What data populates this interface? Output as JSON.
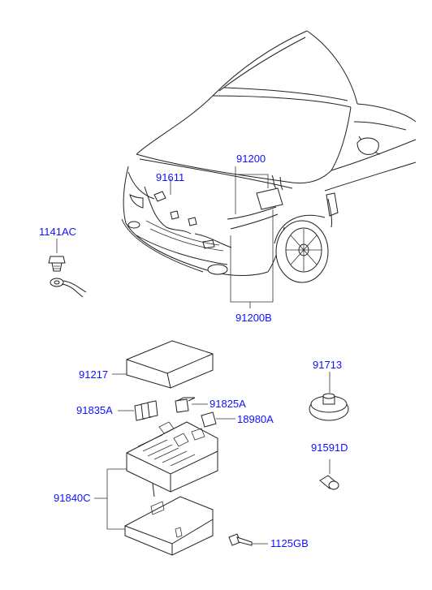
{
  "colors": {
    "label": "#1010ff",
    "line": "#222222",
    "background": "#ffffff"
  },
  "labels": {
    "p91200": "91200",
    "p91611": "91611",
    "p1141AC": "1141AC",
    "p91200B": "91200B",
    "p91217": "91217",
    "p91713": "91713",
    "p91825A": "91825A",
    "p91835A": "91835A",
    "p18980A": "18980A",
    "p91591D": "91591D",
    "p91840C": "91840C",
    "p1125GB": "1125GB"
  }
}
